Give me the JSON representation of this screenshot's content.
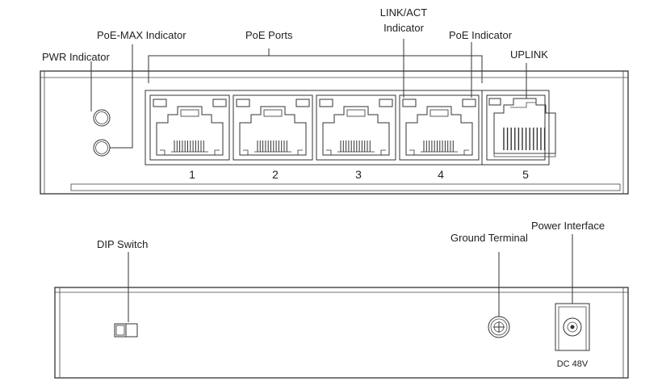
{
  "front_panel": {
    "labels": {
      "pwr_indicator": "PWR Indicator",
      "poe_max_indicator": "PoE-MAX Indicator",
      "poe_ports": "PoE Ports",
      "link_act_line1": "LINK/ACT",
      "link_act_line2": "Indicator",
      "poe_indicator": "PoE Indicator",
      "uplink": "UPLINK"
    },
    "ports": [
      {
        "number": "1",
        "type": "poe"
      },
      {
        "number": "2",
        "type": "poe"
      },
      {
        "number": "3",
        "type": "poe"
      },
      {
        "number": "4",
        "type": "poe"
      },
      {
        "number": "5",
        "type": "uplink"
      }
    ]
  },
  "rear_panel": {
    "labels": {
      "dip_switch": "DIP Switch",
      "ground_terminal": "Ground Terminal",
      "power_interface": "Power Interface",
      "dc_rating": "DC 48V"
    }
  },
  "colors": {
    "line": "#333333",
    "background": "#ffffff"
  }
}
